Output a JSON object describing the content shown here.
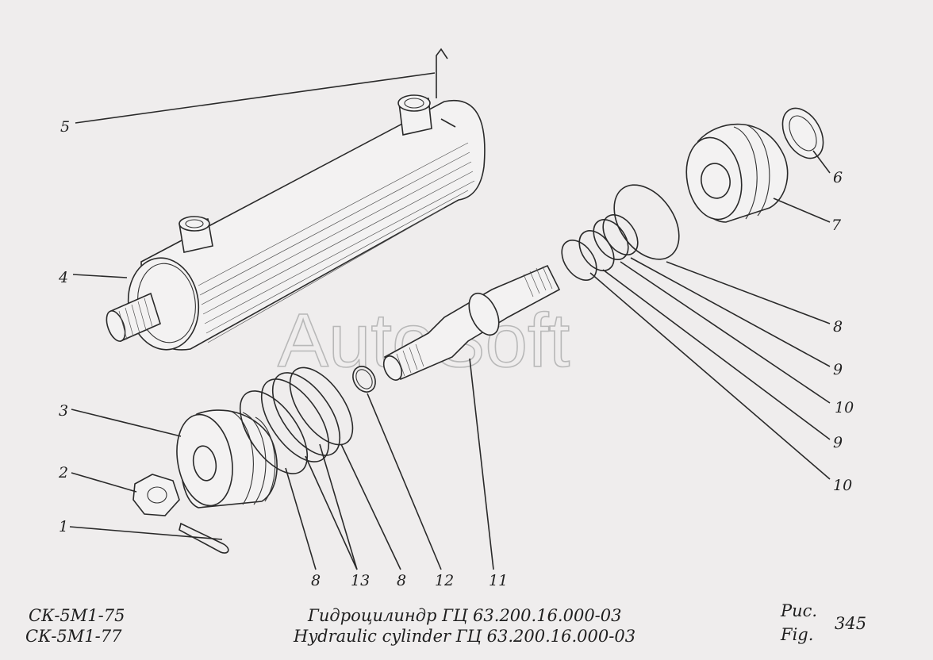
{
  "watermark": "AutoSoft",
  "callouts": [
    {
      "id": "5",
      "text": "5"
    },
    {
      "id": "4",
      "text": "4"
    },
    {
      "id": "3",
      "text": "3"
    },
    {
      "id": "2",
      "text": "2"
    },
    {
      "id": "1",
      "text": "1"
    },
    {
      "id": "6",
      "text": "6"
    },
    {
      "id": "7",
      "text": "7"
    },
    {
      "id": "8a",
      "text": "8"
    },
    {
      "id": "9a",
      "text": "9"
    },
    {
      "id": "10a",
      "text": "10"
    },
    {
      "id": "9b",
      "text": "9"
    },
    {
      "id": "10b",
      "text": "10"
    },
    {
      "id": "8b",
      "text": "8"
    },
    {
      "id": "13",
      "text": "13"
    },
    {
      "id": "8c",
      "text": "8"
    },
    {
      "id": "12",
      "text": "12"
    },
    {
      "id": "11",
      "text": "11"
    }
  ],
  "footer": {
    "model_1": "СК-5М1-75",
    "model_2": "СК-5М1-77",
    "title_ru": "Гидроцилиндр ГЦ 63.200.16.000-03",
    "title_en": "Hydraulic cylinder ГЦ 63.200.16.000-03",
    "fig_ru": "Рис.",
    "fig_en": "Fig.",
    "fig_number": "345"
  }
}
